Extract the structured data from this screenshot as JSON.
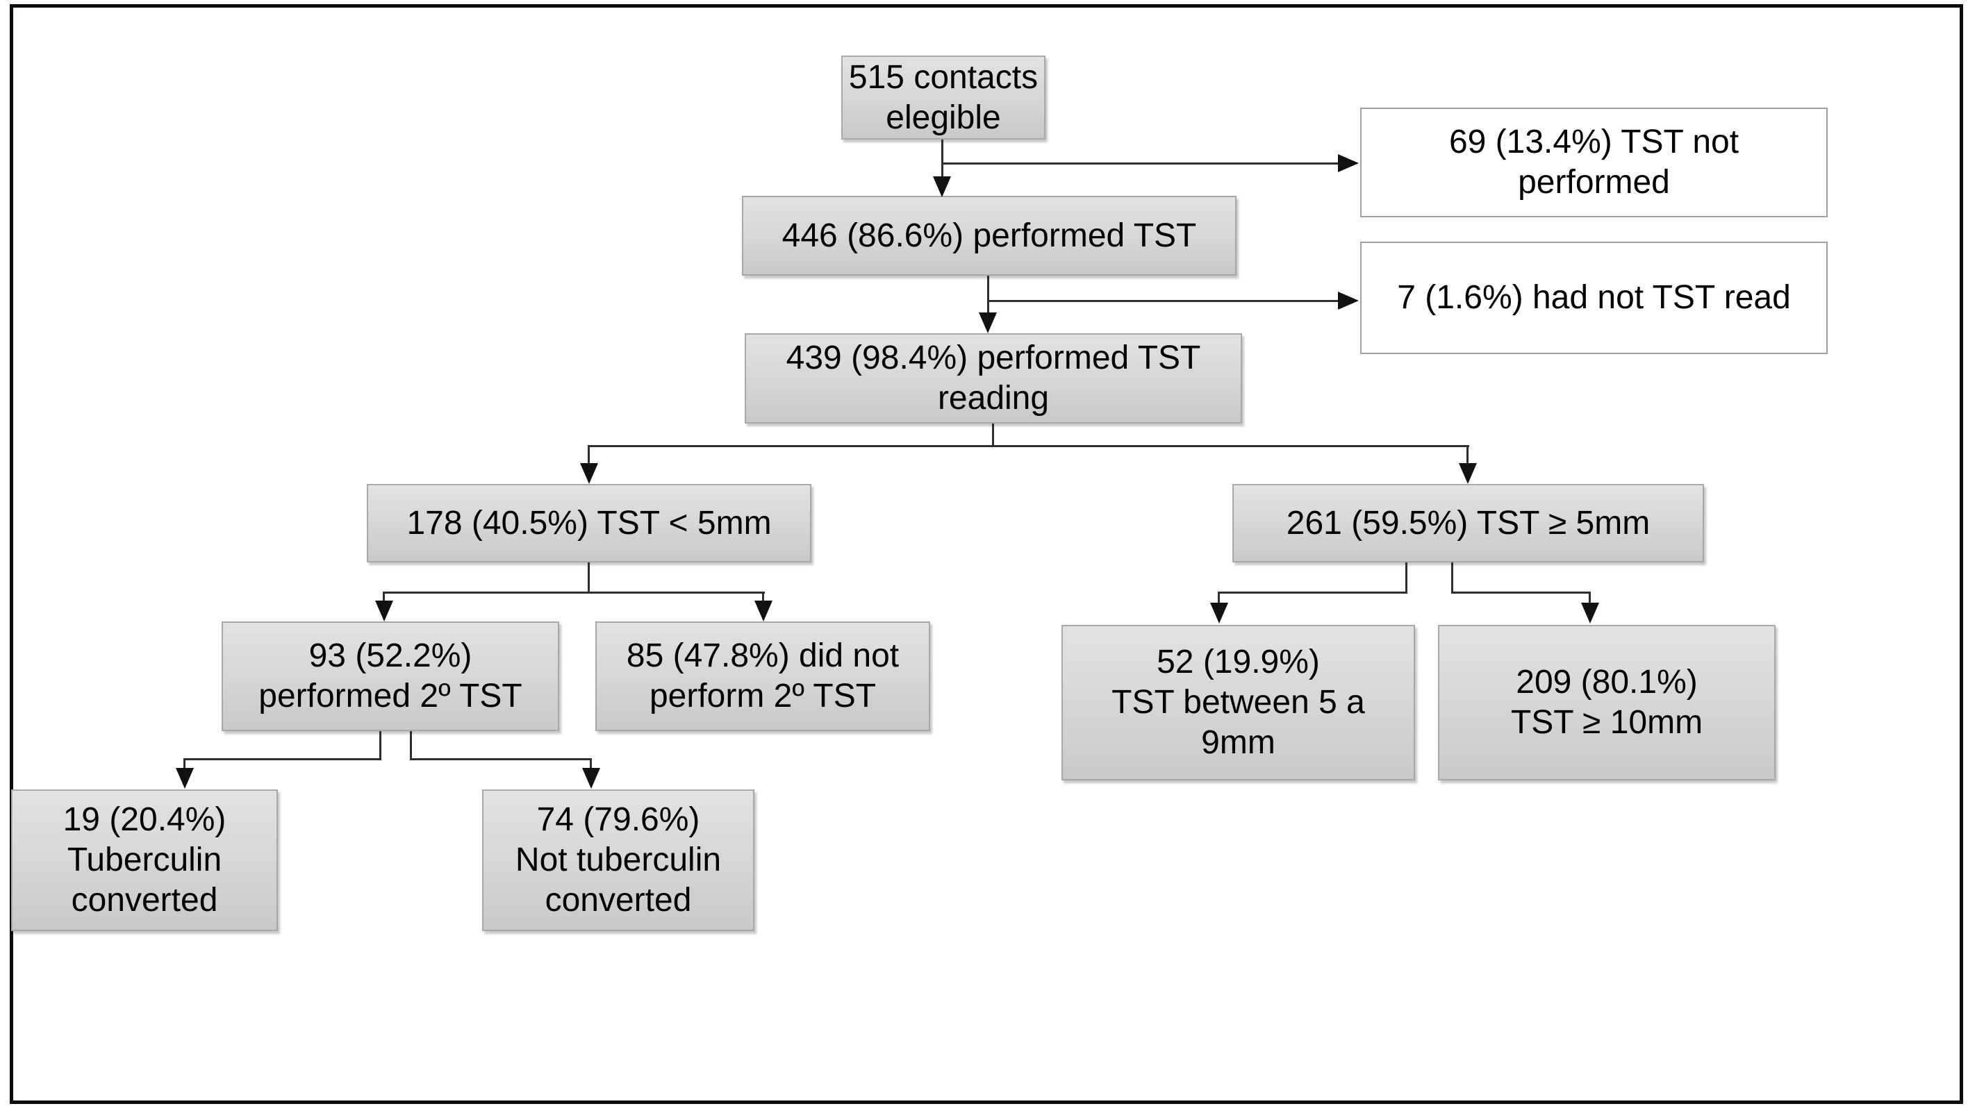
{
  "figure": {
    "type": "flow-diagram",
    "title": "TST contact investigation flowchart",
    "background": "#ffffff",
    "frame_color": "#0c0c0c",
    "gray_box_fill_top": "#e2e2e2",
    "gray_box_fill_bottom": "#c9c9c9",
    "gray_box_border": "#a8a8a8",
    "white_box_fill": "#ffffff",
    "white_box_border": "#9f9f9f",
    "line_color": "#2f2f2f",
    "text_color": "#000000"
  },
  "nodes": [
    {
      "id": "eligible",
      "style": "gray",
      "lines": [
        "515 contacts",
        "elegible"
      ]
    },
    {
      "id": "tst-not-performed",
      "style": "white",
      "lines": [
        "69 (13.4%) TST not",
        "performed"
      ]
    },
    {
      "id": "performed-tst",
      "style": "gray",
      "lines": [
        "446 (86.6%) performed TST"
      ]
    },
    {
      "id": "tst-not-read",
      "style": "white",
      "lines": [
        "7 (1.6%) had not TST read"
      ]
    },
    {
      "id": "tst-reading",
      "style": "gray",
      "lines": [
        "439 (98.4%) performed TST",
        "reading"
      ]
    },
    {
      "id": "tst-under-5mm",
      "style": "gray",
      "lines": [
        "178 (40.5%) TST < 5mm"
      ]
    },
    {
      "id": "tst-5mm-or-more",
      "style": "gray",
      "lines": [
        "261 (59.5%) TST ≥ 5mm"
      ]
    },
    {
      "id": "second-tst",
      "style": "gray",
      "lines": [
        "93 (52.2%)",
        "performed 2º TST"
      ]
    },
    {
      "id": "no-second-tst",
      "style": "gray",
      "lines": [
        "85 (47.8%) did not",
        "perform 2º TST"
      ]
    },
    {
      "id": "tst-5-to-9mm",
      "style": "gray",
      "lines": [
        "52 (19.9%)",
        "TST between 5 a",
        "9mm"
      ]
    },
    {
      "id": "tst-10mm-or-more",
      "style": "gray",
      "lines": [
        "209 (80.1%)",
        "TST ≥ 10mm"
      ]
    },
    {
      "id": "converted",
      "style": "gray",
      "lines": [
        "19 (20.4%)",
        "Tuberculin",
        "converted"
      ]
    },
    {
      "id": "not-converted",
      "style": "gray",
      "lines": [
        "74 (79.6%)",
        "Not tuberculin",
        "converted"
      ]
    }
  ],
  "edges": [
    {
      "from": "eligible",
      "to": "performed-tst"
    },
    {
      "from": "eligible",
      "to": "tst-not-performed"
    },
    {
      "from": "performed-tst",
      "to": "tst-reading"
    },
    {
      "from": "performed-tst",
      "to": "tst-not-read"
    },
    {
      "from": "tst-reading",
      "to": "tst-under-5mm"
    },
    {
      "from": "tst-reading",
      "to": "tst-5mm-or-more"
    },
    {
      "from": "tst-under-5mm",
      "to": "second-tst"
    },
    {
      "from": "tst-under-5mm",
      "to": "no-second-tst"
    },
    {
      "from": "tst-5mm-or-more",
      "to": "tst-5-to-9mm"
    },
    {
      "from": "tst-5mm-or-more",
      "to": "tst-10mm-or-more"
    },
    {
      "from": "second-tst",
      "to": "converted"
    },
    {
      "from": "second-tst",
      "to": "not-converted"
    }
  ]
}
